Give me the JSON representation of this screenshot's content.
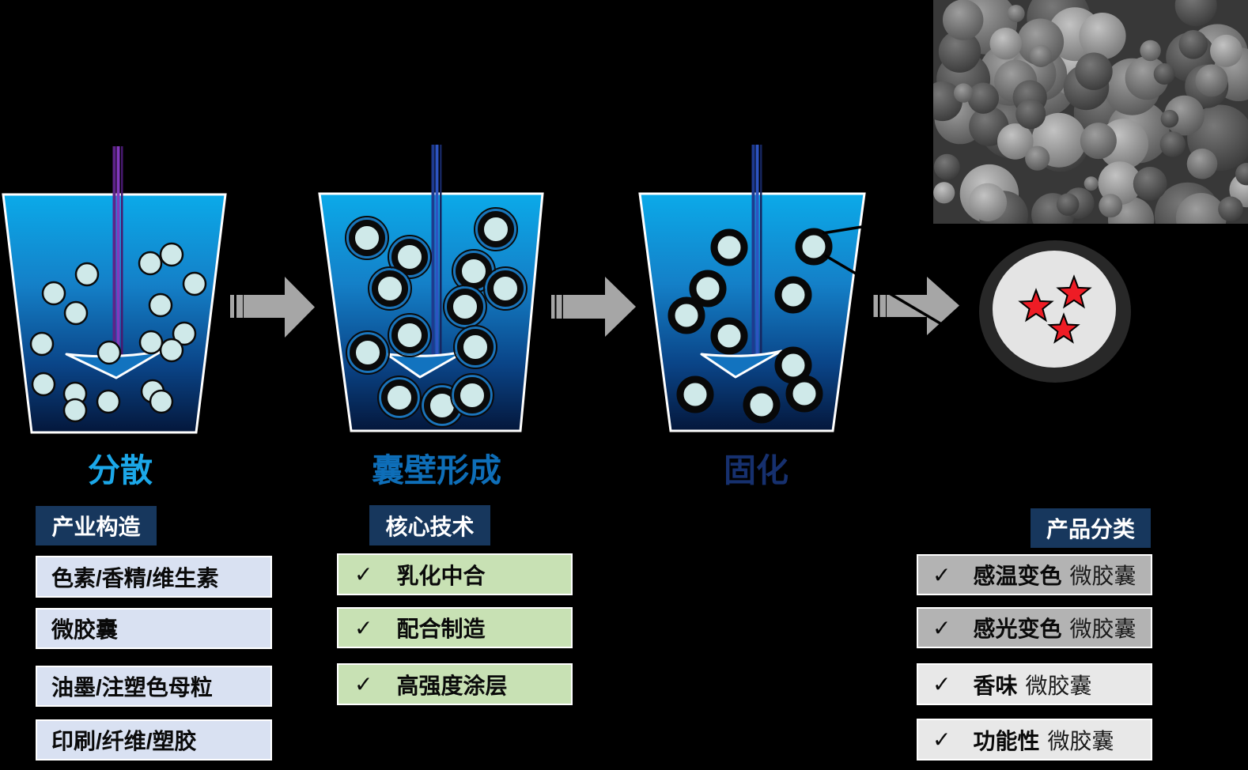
{
  "stages": [
    {
      "label": "分散",
      "color": "#1BA7E8"
    },
    {
      "label": "囊壁形成",
      "color": "#0E6EB8"
    },
    {
      "label": "固化",
      "color": "#16306E"
    }
  ],
  "industry": {
    "header": "产业构造",
    "items": [
      "色素/香精/维生素",
      "微胶囊",
      "油墨/注塑色母粒",
      "印刷/纤维/塑胶"
    ]
  },
  "tech": {
    "header": "核心技术",
    "check": "✓",
    "items": [
      "乳化中合",
      "配合制造",
      "高强度涂层"
    ]
  },
  "products": {
    "header": "产品分类",
    "check": "✓",
    "items": [
      {
        "name": "感温变色",
        "suffix": "微胶囊"
      },
      {
        "name": "感光变色",
        "suffix": "微胶囊"
      },
      {
        "name": "香味",
        "suffix": "微胶囊"
      },
      {
        "name": "功能性",
        "suffix": "微胶囊"
      }
    ]
  },
  "colors": {
    "background": "#000000",
    "stage1_title": "#1BA7E8",
    "stage2_title": "#0E6EB8",
    "stage3_title": "#16306E",
    "header_bg": "#17375D",
    "header_text": "#FFFFFF",
    "industry_item_bg": "#D9E1F2",
    "tech_item_bg": "#C8E1B4",
    "product_item_dark_bg": "#B3B3B3",
    "product_item_light_bg": "#E8E8E8",
    "arrow_gray": "#A6A6A6",
    "beaker_top": "#0BAAE9",
    "beaker_bottom": "#04173B",
    "droplet_fill": "#CFE9E9",
    "capsule_ring": "#0A0A0A",
    "rod_purple": "#8238BD",
    "rod_navy": "#2D54C0",
    "star_red": "#EE1C25"
  }
}
